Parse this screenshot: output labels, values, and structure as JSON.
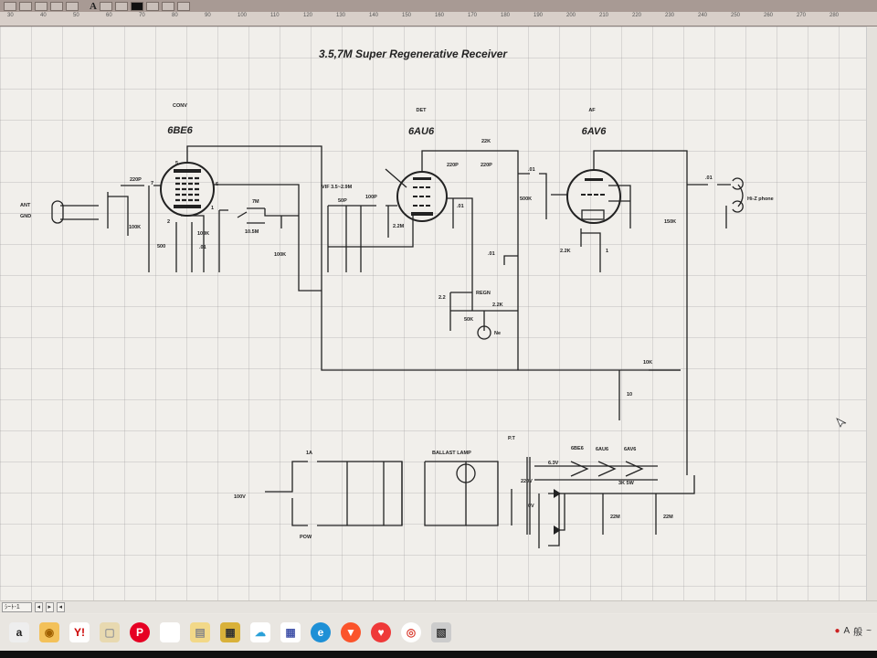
{
  "toolbar": {
    "text_tool": "A"
  },
  "ruler": {
    "ticks": [
      "30",
      "40",
      "50",
      "60",
      "70",
      "80",
      "90",
      "100",
      "110",
      "120",
      "130",
      "140",
      "150",
      "160",
      "170",
      "180",
      "190",
      "200",
      "210",
      "220",
      "230",
      "240",
      "250",
      "260",
      "270",
      "280"
    ]
  },
  "schematic": {
    "title": "3.5,7M Super Regenerative Receiver",
    "stages": [
      {
        "function": "CONV",
        "tube": "6BE6"
      },
      {
        "function": "DET",
        "tube": "6AU6"
      },
      {
        "function": "AF",
        "tube": "6AV6"
      }
    ],
    "labels": {
      "ant": "ANT",
      "gnd": "GND",
      "c220p_in": "220P",
      "r100k_grid": "100K",
      "r500": "500",
      "c01_cath": ".01",
      "r100k_osc": "100K",
      "xtal7m": "7M",
      "xtal105m": "10.5M",
      "r100k_b": "100K",
      "pin5": "5",
      "pin7": "7",
      "pin6": "6",
      "pin1": "1",
      "pin2": "2",
      "vif": "VIF 3.5~2.9M",
      "c50p": "50P",
      "c100p": "100P",
      "r22m": "2.2M",
      "r22k": "22K",
      "c220p_a": "220P",
      "c220p_b": "220P",
      "c01_scr": ".01",
      "c01_out": ".01",
      "r500k": "500K",
      "c01_dec": ".01",
      "regen": "REGN",
      "c22": "2.2",
      "r50k": "50K",
      "r22k_b": "2.2K",
      "neon": "Ne",
      "c01_phone": ".01",
      "phone": "Hi-Z phone",
      "r150k": "150K",
      "r22k_k": "2.2K",
      "c1": "1",
      "r10k": "10K",
      "c10": "10",
      "fuse": "1A",
      "mains": "100V",
      "switch": "POW",
      "ballast": "BALLAST LAMP",
      "pt": "P.T",
      "v63": "6.3V",
      "h1": "6BE6",
      "h2": "6AU6",
      "h3": "6AV6",
      "v220": "220V",
      "v0": "0V",
      "r3k": "3K 5W",
      "c22m_a": "22M",
      "c22m_b": "22M"
    }
  },
  "statusbar": {
    "sheet": "ｼｰﾄ-1",
    "nav": [
      "◂",
      "▸",
      "◂"
    ]
  },
  "taskbar": {
    "icons": [
      "a",
      "◉",
      "Y!",
      "▢",
      "P",
      "",
      "▤",
      "▦",
      "☁",
      "▦",
      "e",
      "▼",
      "♥",
      "◎",
      "▧"
    ],
    "tray": [
      "●",
      "A",
      "般",
      "~"
    ]
  }
}
